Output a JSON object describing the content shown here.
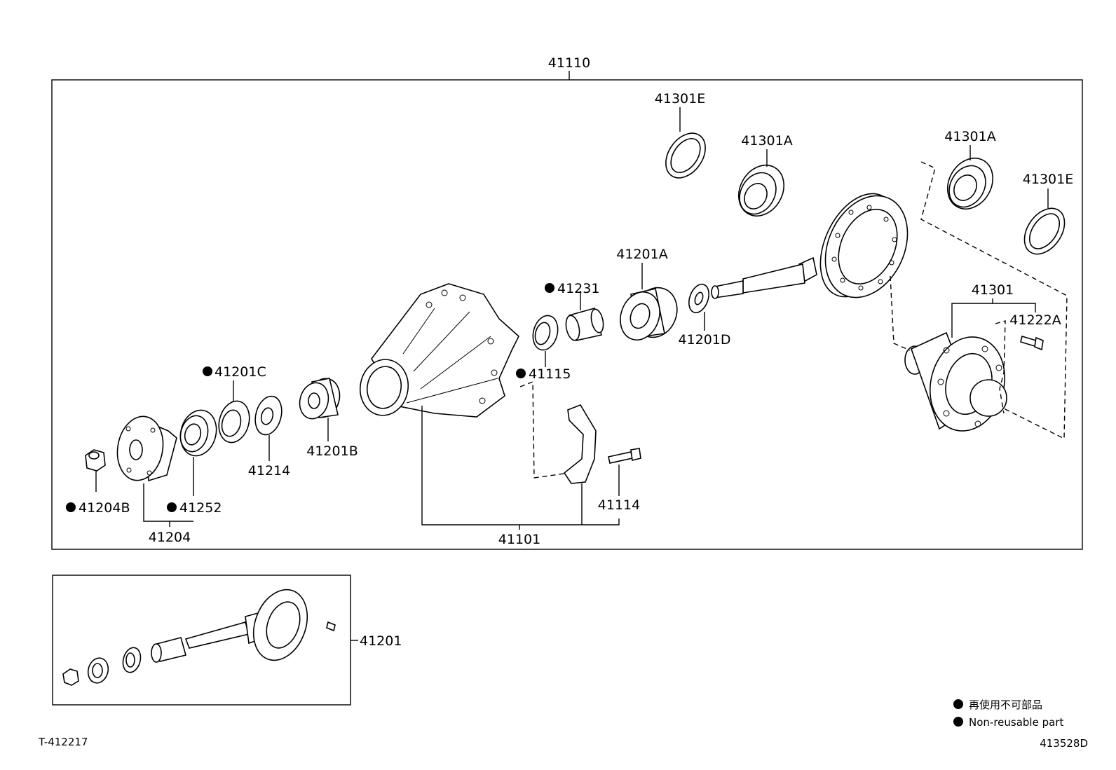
{
  "diagram": {
    "assembly_label": "41110",
    "parts": {
      "p41301E_top": "41301E",
      "p41301A_mid": "41301A",
      "p41301A_right": "41301A",
      "p41301E_right": "41301E",
      "p41201A": "41201A",
      "p41231": "41231",
      "p41201D": "41201D",
      "p41301": "41301",
      "p41222A": "41222A",
      "p41115": "41115",
      "p41201C": "41201C",
      "p41201B": "41201B",
      "p41214": "41214",
      "p41204B": "41204B",
      "p41252": "41252",
      "p41204": "41204",
      "p41101": "41101",
      "p41114": "41114"
    },
    "sub_assembly_label": "41201"
  },
  "legend": {
    "line_jp": "再使用不可部品",
    "line_en": "Non-reusable part"
  },
  "footer": {
    "left_code": "T-412217",
    "right_code": "413528D"
  }
}
